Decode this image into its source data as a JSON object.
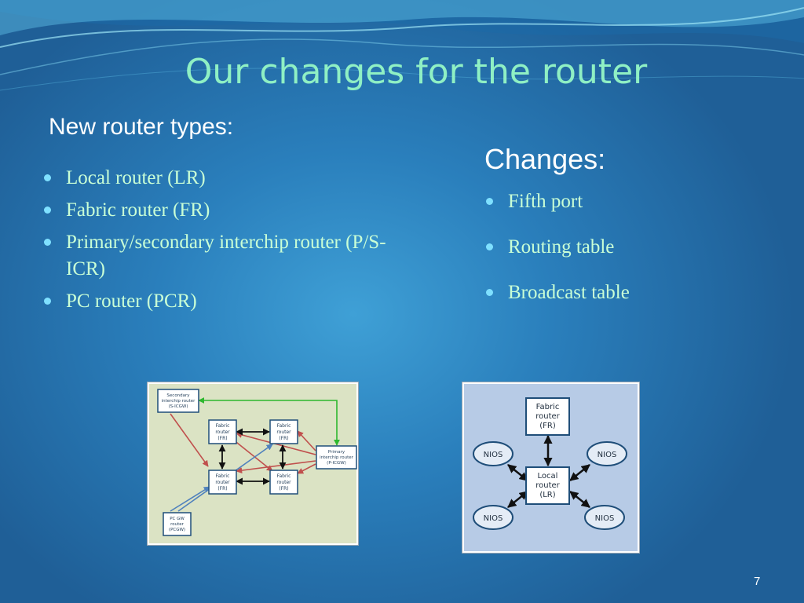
{
  "slide": {
    "title": "Our changes for the router",
    "left_heading": "New router types:",
    "right_heading": "Changes:",
    "router_types": [
      "Local router (LR)",
      "Fabric router (FR)",
      "Primary/secondary interchip router (P/S-ICR)",
      "PC router (PCR)"
    ],
    "changes": [
      "Fifth port",
      "Routing table",
      "Broadcast table"
    ],
    "page_number": "7"
  },
  "diagram1": {
    "secondary": [
      "Secondary",
      "interchip router",
      "(S-ICGW)"
    ],
    "fabric_tl": [
      "Fabric",
      "router",
      "(FR)"
    ],
    "fabric_tr": [
      "Fabric",
      "router",
      "(FR)"
    ],
    "fabric_bl": [
      "Fabric",
      "router",
      "(FR)"
    ],
    "fabric_br": [
      "Fabric",
      "router",
      "(FR)"
    ],
    "primary": [
      "Primary",
      "interchip router",
      "(P-ICGW)"
    ],
    "pcgw": [
      "PC GW",
      "router",
      "(PCGW)"
    ]
  },
  "diagram2": {
    "fabric": [
      "Fabric",
      "router",
      "(FR)"
    ],
    "local": [
      "Local",
      "router",
      "(LR)"
    ],
    "nios_tl": "NIOS",
    "nios_tr": "NIOS",
    "nios_bl": "NIOS",
    "nios_br": "NIOS"
  },
  "colors": {
    "title": "#8ff0c4",
    "bullet_text": "#c9ffd6",
    "diagram1_bg": "#dbe3c4",
    "diagram2_bg": "#b7cbe6",
    "red_link": "#c0504d",
    "blue_link": "#4f81bd",
    "green_link": "#2eb82e"
  }
}
